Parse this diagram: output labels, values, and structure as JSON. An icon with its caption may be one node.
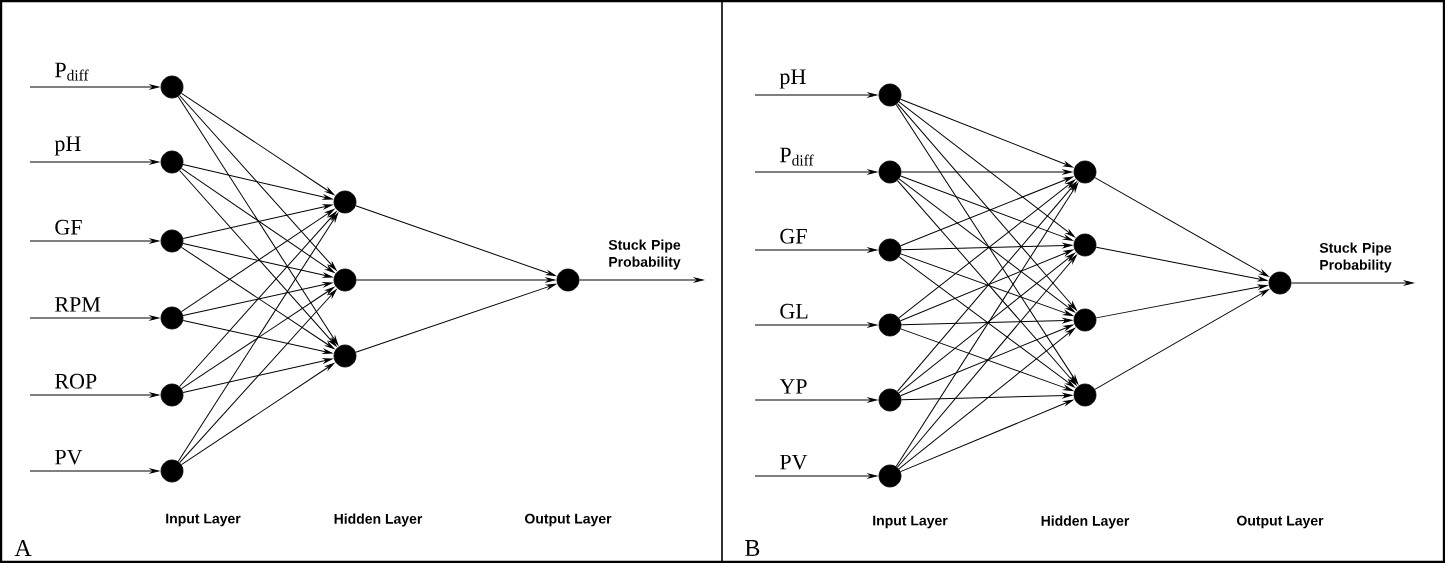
{
  "diagram": {
    "nodes": [
      {
        "text": [],
        "shape": "circle"
      },
      {
        "text": [],
        "shape": "circle"
      },
      {
        "text": [],
        "shape": "circle"
      },
      {
        "text": [],
        "shape": "circle"
      },
      {
        "text": [],
        "shape": "circle"
      },
      {
        "text": [],
        "shape": "circle"
      },
      {
        "text": [],
        "shape": "circle"
      },
      {
        "text": [],
        "shape": "circle"
      },
      {
        "text": [],
        "shape": "circle"
      },
      {
        "text": [],
        "shape": "circle"
      },
      {
        "text": [],
        "shape": "circle"
      },
      {
        "text": [],
        "shape": "circle"
      },
      {
        "text": [],
        "shape": "circle"
      },
      {
        "text": [],
        "shape": "circle"
      },
      {
        "text": [],
        "shape": "circle"
      },
      {
        "text": [],
        "shape": "circle"
      },
      {
        "text": [],
        "shape": "circle"
      },
      {
        "text": [],
        "shape": "circle"
      },
      {
        "text": [],
        "shape": "circle"
      },
      {
        "text": [],
        "shape": "circle"
      },
      {
        "text": [],
        "shape": "circle"
      }
    ],
    "edges": [
      {
        "from": null,
        "to": 0,
        "arrow": "to",
        "label": "P$_{diff}$"
      },
      {
        "from": null,
        "to": 1,
        "arrow": "to",
        "label": "pH"
      },
      {
        "from": null,
        "to": 2,
        "arrow": "to",
        "label": "GF"
      },
      {
        "from": null,
        "to": 3,
        "arrow": "to",
        "label": "RPM"
      },
      {
        "from": null,
        "to": 4,
        "arrow": "to",
        "label": "ROP"
      },
      {
        "from": null,
        "to": 5,
        "arrow": "to",
        "label": "PV"
      },
      {
        "from": 0,
        "to": 6,
        "arrow": "to"
      },
      {
        "from": 0,
        "to": 7,
        "arrow": "to"
      },
      {
        "from": 0,
        "to": 8,
        "arrow": "to"
      },
      {
        "from": 1,
        "to": 6,
        "arrow": "to"
      },
      {
        "from": 1,
        "to": 7,
        "arrow": "to"
      },
      {
        "from": 1,
        "to": 8,
        "arrow": "to"
      },
      {
        "from": 2,
        "to": 6,
        "arrow": "to"
      },
      {
        "from": 2,
        "to": 7,
        "arrow": "to"
      },
      {
        "from": 2,
        "to": 8,
        "arrow": "to"
      },
      {
        "from": 3,
        "to": 6,
        "arrow": "to"
      },
      {
        "from": 3,
        "to": 7,
        "arrow": "to"
      },
      {
        "from": 3,
        "to": 8,
        "arrow": "to"
      },
      {
        "from": 4,
        "to": 6,
        "arrow": "to"
      },
      {
        "from": 4,
        "to": 7,
        "arrow": "to"
      },
      {
        "from": 4,
        "to": 8,
        "arrow": "to"
      },
      {
        "from": 5,
        "to": 6,
        "arrow": "to"
      },
      {
        "from": 5,
        "to": 7,
        "arrow": "to"
      },
      {
        "from": 5,
        "to": 8,
        "arrow": "to"
      },
      {
        "from": 6,
        "to": 9,
        "arrow": "to"
      },
      {
        "from": 7,
        "to": 9,
        "arrow": "to"
      },
      {
        "from": 8,
        "to": 9,
        "arrow": "to"
      },
      {
        "from": 9,
        "to": null,
        "arrow": "to",
        "label": "Stuck Pipe Probability"
      },
      {
        "from": null,
        "to": 10,
        "arrow": "to",
        "label": "pH"
      },
      {
        "from": null,
        "to": 11,
        "arrow": "to",
        "label": "P$_{diff}$"
      },
      {
        "from": null,
        "to": 12,
        "arrow": "to",
        "label": "GF"
      },
      {
        "from": null,
        "to": 13,
        "arrow": "to",
        "label": "GL"
      },
      {
        "from": null,
        "to": 14,
        "arrow": "to",
        "label": "YP"
      },
      {
        "from": null,
        "to": 15,
        "arrow": "to",
        "label": "PV"
      },
      {
        "from": 10,
        "to": 16,
        "arrow": "to"
      },
      {
        "from": 10,
        "to": 17,
        "arrow": "to"
      },
      {
        "from": 10,
        "to": 18,
        "arrow": "to"
      },
      {
        "from": 10,
        "to": 19,
        "arrow": "to"
      },
      {
        "from": 11,
        "to": 16,
        "arrow": "to"
      },
      {
        "from": 11,
        "to": 17,
        "arrow": "to"
      },
      {
        "from": 11,
        "to": 18,
        "arrow": "to"
      },
      {
        "from": 11,
        "to": 19,
        "arrow": "to"
      },
      {
        "from": 12,
        "to": 16,
        "arrow": "to"
      },
      {
        "from": 12,
        "to": 17,
        "arrow": "to"
      },
      {
        "from": 12,
        "to": 18,
        "arrow": "to"
      },
      {
        "from": 12,
        "to": 19,
        "arrow": "to"
      },
      {
        "from": 13,
        "to": 16,
        "arrow": "to"
      },
      {
        "from": 13,
        "to": 17,
        "arrow": "to"
      },
      {
        "from": 13,
        "to": 18,
        "arrow": "to"
      },
      {
        "from": 13,
        "to": 19,
        "arrow": "to"
      },
      {
        "from": 14,
        "to": 16,
        "arrow": "to"
      },
      {
        "from": 14,
        "to": 17,
        "arrow": "to"
      },
      {
        "from": 14,
        "to": 18,
        "arrow": "to"
      },
      {
        "from": 14,
        "to": 19,
        "arrow": "to"
      },
      {
        "from": 15,
        "to": 16,
        "arrow": "to"
      },
      {
        "from": 15,
        "to": 17,
        "arrow": "to"
      },
      {
        "from": 15,
        "to": 18,
        "arrow": "to"
      },
      {
        "from": 15,
        "to": 19,
        "arrow": "to"
      },
      {
        "from": 16,
        "to": 20,
        "arrow": "to"
      },
      {
        "from": 17,
        "to": 20,
        "arrow": "to"
      },
      {
        "from": 18,
        "to": 20,
        "arrow": "to"
      },
      {
        "from": 19,
        "to": 20,
        "arrow": "to"
      },
      {
        "from": 20,
        "to": null,
        "arrow": "to",
        "label": "Stuck Pipe Probability"
      }
    ],
    "labels": [
      "Input Layer",
      "Hidden Layer",
      "Output Layer",
      "A",
      "Input Layer",
      "Hidden Layer",
      "Output Layer",
      "B"
    ]
  }
}
